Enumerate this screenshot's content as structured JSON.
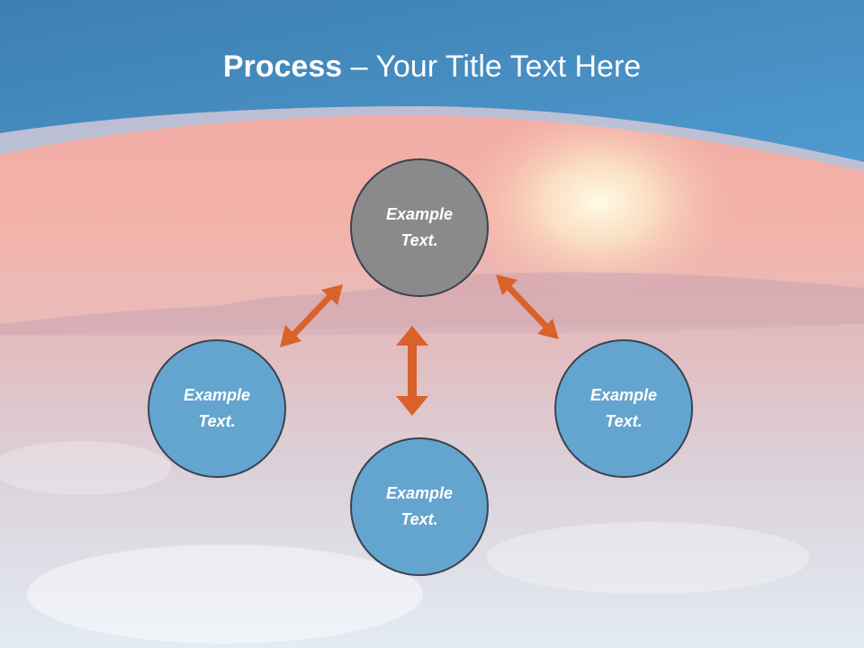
{
  "title": {
    "bold": "Process",
    "separator": " – ",
    "rest": "Your Title Text Here"
  },
  "nodes": {
    "top": {
      "line1": "Example",
      "line2": "Text."
    },
    "left": {
      "line1": "Example",
      "line2": "Text."
    },
    "right": {
      "line1": "Example",
      "line2": "Text."
    },
    "bottom": {
      "line1": "Example",
      "line2": "Text."
    }
  },
  "colors": {
    "header_blue": "#3f8bbf",
    "node_grey": "#8a8a8a",
    "node_blue": "#64a5cf",
    "arrow_orange": "#d9622b"
  }
}
